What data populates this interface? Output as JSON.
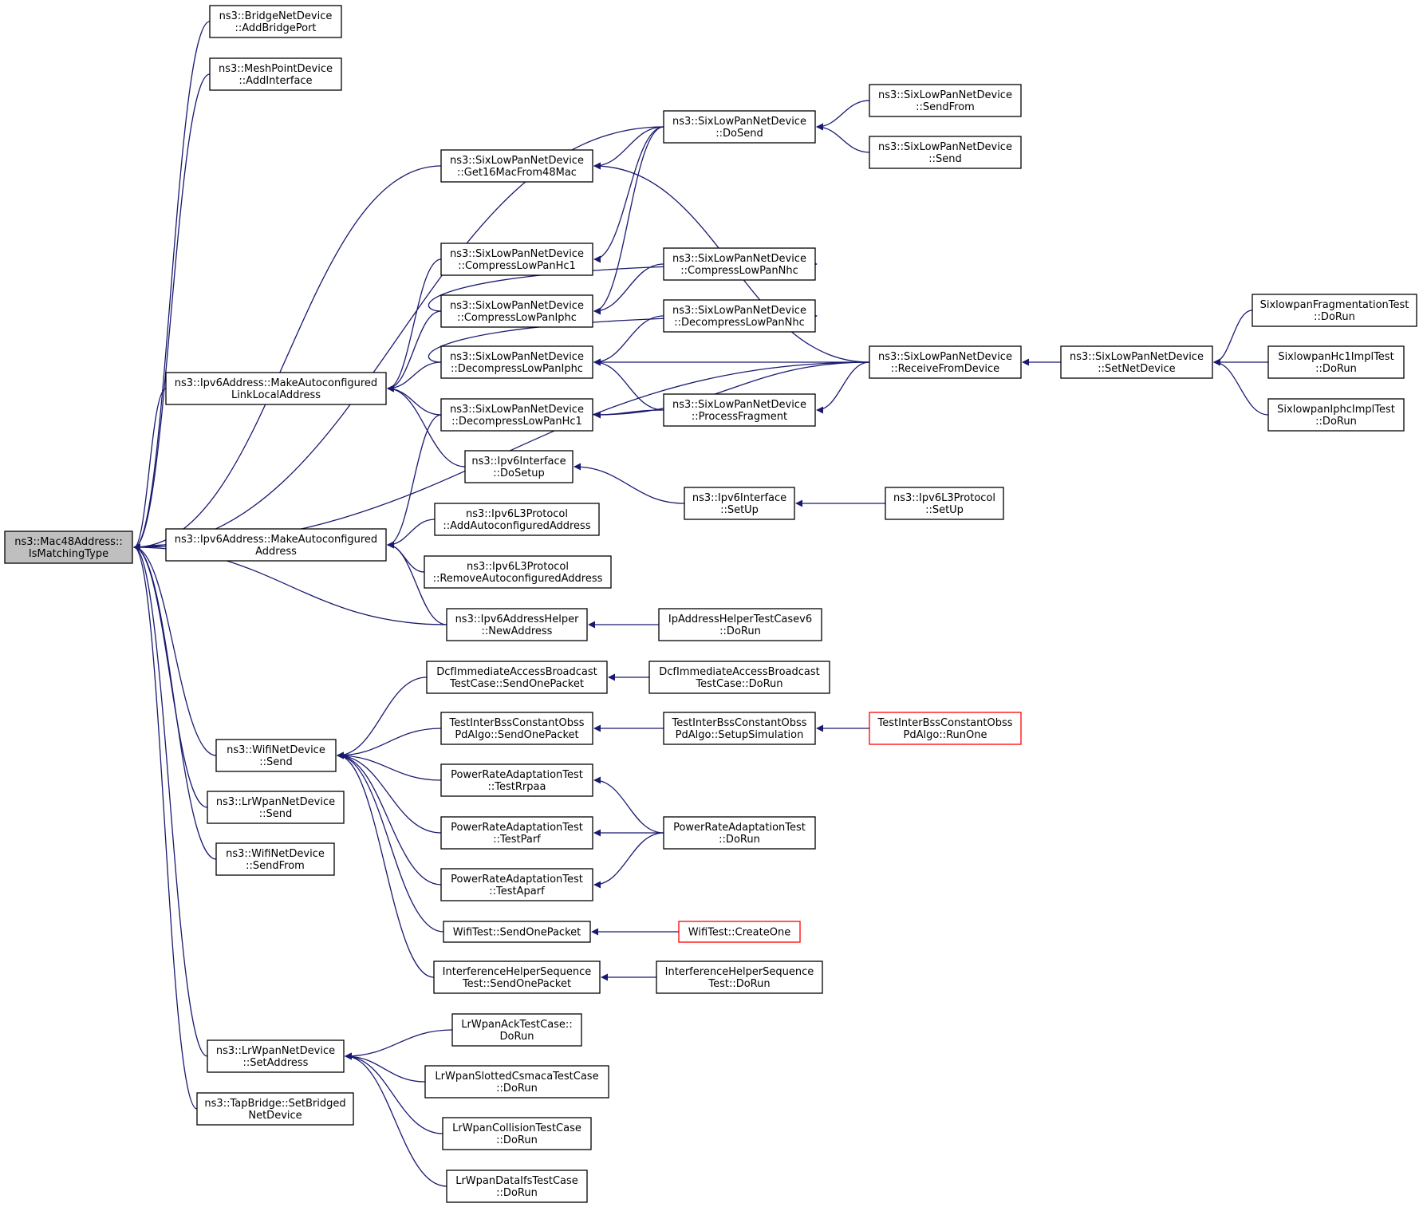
{
  "nodes": [
    {
      "id": "n0",
      "line1": "ns3::Mac48Address::",
      "line2": "IsMatchingType"
    },
    {
      "id": "n1",
      "line1": "ns3::BridgeNetDevice",
      "line2": "::AddBridgePort"
    },
    {
      "id": "n2",
      "line1": "ns3::MeshPointDevice",
      "line2": "::AddInterface"
    },
    {
      "id": "n3",
      "line1": "ns3::SixLowPanNetDevice",
      "line2": "::DoSend"
    },
    {
      "id": "n4",
      "line1": "ns3::SixLowPanNetDevice",
      "line2": "::Get16MacFrom48Mac"
    },
    {
      "id": "n5",
      "line1": "ns3::SixLowPanNetDevice",
      "line2": "::ReceiveFromDevice"
    },
    {
      "id": "n6",
      "line1": "ns3::Ipv6Address::MakeAutoconfigured",
      "line2": "LinkLocalAddress"
    },
    {
      "id": "n7",
      "line1": "ns3::Ipv6Address::MakeAutoconfigured",
      "line2": "Address"
    },
    {
      "id": "n8",
      "line1": "ns3::Ipv6AddressHelper",
      "line2": "::NewAddress"
    },
    {
      "id": "n9",
      "line1": "ns3::WifiNetDevice",
      "line2": "::Send"
    },
    {
      "id": "n10",
      "line1": "ns3::LrWpanNetDevice",
      "line2": "::Send"
    },
    {
      "id": "n11",
      "line1": "ns3::WifiNetDevice",
      "line2": "::SendFrom"
    },
    {
      "id": "n12",
      "line1": "ns3::LrWpanNetDevice",
      "line2": "::SetAddress"
    },
    {
      "id": "n13",
      "line1": "ns3::TapBridge::SetBridged",
      "line2": "NetDevice"
    },
    {
      "id": "n14",
      "line1": "ns3::SixLowPanNetDevice",
      "line2": "::SendFrom"
    },
    {
      "id": "n15",
      "line1": "ns3::SixLowPanNetDevice",
      "line2": "::Send"
    },
    {
      "id": "n16",
      "line1": "ns3::SixLowPanNetDevice",
      "line2": "::CompressLowPanHc1"
    },
    {
      "id": "n17",
      "line1": "ns3::SixLowPanNetDevice",
      "line2": "::CompressLowPanIphc"
    },
    {
      "id": "n18",
      "line1": "ns3::SixLowPanNetDevice",
      "line2": "::CompressLowPanNhc"
    },
    {
      "id": "n19",
      "line1": "ns3::SixLowPanNetDevice",
      "line2": "::DecompressLowPanIphc"
    },
    {
      "id": "n20",
      "line1": "ns3::SixLowPanNetDevice",
      "line2": "::DecompressLowPanNhc"
    },
    {
      "id": "n21",
      "line1": "ns3::SixLowPanNetDevice",
      "line2": "::DecompressLowPanHc1"
    },
    {
      "id": "n22",
      "line1": "ns3::SixLowPanNetDevice",
      "line2": "::ProcessFragment"
    },
    {
      "id": "n23",
      "line1": "ns3::SixLowPanNetDevice",
      "line2": "::SetNetDevice"
    },
    {
      "id": "n24",
      "line1": "SixlowpanFragmentationTest",
      "line2": "::DoRun"
    },
    {
      "id": "n25",
      "line1": "SixlowpanHc1ImplTest",
      "line2": "::DoRun"
    },
    {
      "id": "n26",
      "line1": "SixlowpanIphcImplTest",
      "line2": "::DoRun"
    },
    {
      "id": "n27",
      "line1": "ns3::Ipv6Interface",
      "line2": "::DoSetup"
    },
    {
      "id": "n28",
      "line1": "ns3::Ipv6Interface",
      "line2": "::SetUp"
    },
    {
      "id": "n29",
      "line1": "ns3::Ipv6L3Protocol",
      "line2": "::SetUp"
    },
    {
      "id": "n30",
      "line1": "ns3::Ipv6L3Protocol",
      "line2": "::AddAutoconfiguredAddress"
    },
    {
      "id": "n31",
      "line1": "ns3::Ipv6L3Protocol",
      "line2": "::RemoveAutoconfiguredAddress"
    },
    {
      "id": "n32",
      "line1": "IpAddressHelperTestCasev6",
      "line2": "::DoRun"
    },
    {
      "id": "n33",
      "line1": "DcfImmediateAccessBroadcast",
      "line2": "TestCase::SendOnePacket"
    },
    {
      "id": "n34",
      "line1": "DcfImmediateAccessBroadcast",
      "line2": "TestCase::DoRun"
    },
    {
      "id": "n35",
      "line1": "TestInterBssConstantObss",
      "line2": "PdAlgo::SendOnePacket"
    },
    {
      "id": "n36",
      "line1": "TestInterBssConstantObss",
      "line2": "PdAlgo::SetupSimulation"
    },
    {
      "id": "n37",
      "line1": "TestInterBssConstantObss",
      "line2": "PdAlgo::RunOne"
    },
    {
      "id": "n38",
      "line1": "PowerRateAdaptationTest",
      "line2": "::TestRrpaa"
    },
    {
      "id": "n39",
      "line1": "PowerRateAdaptationTest",
      "line2": "::TestParf"
    },
    {
      "id": "n40",
      "line1": "PowerRateAdaptationTest",
      "line2": "::TestAparf"
    },
    {
      "id": "n41",
      "line1": "PowerRateAdaptationTest",
      "line2": "::DoRun"
    },
    {
      "id": "n42",
      "line1": "WifiTest::SendOnePacket",
      "line2": ""
    },
    {
      "id": "n43",
      "line1": "WifiTest::CreateOne",
      "line2": ""
    },
    {
      "id": "n44",
      "line1": "InterferenceHelperSequence",
      "line2": "Test::SendOnePacket"
    },
    {
      "id": "n45",
      "line1": "InterferenceHelperSequence",
      "line2": "Test::DoRun"
    },
    {
      "id": "n46",
      "line1": "LrWpanAckTestCase::",
      "line2": "DoRun"
    },
    {
      "id": "n47",
      "line1": "LrWpanSlottedCsmacaTestCase",
      "line2": "::DoRun"
    },
    {
      "id": "n48",
      "line1": "LrWpanCollisionTestCase",
      "line2": "::DoRun"
    },
    {
      "id": "n49",
      "line1": "LrWpanDataIfsTestCase",
      "line2": "::DoRun"
    }
  ],
  "edges": [
    [
      "n1",
      "n0"
    ],
    [
      "n2",
      "n0"
    ],
    [
      "n3",
      "n0"
    ],
    [
      "n4",
      "n0"
    ],
    [
      "n5",
      "n0"
    ],
    [
      "n6",
      "n0"
    ],
    [
      "n7",
      "n0"
    ],
    [
      "n8",
      "n0"
    ],
    [
      "n9",
      "n0"
    ],
    [
      "n10",
      "n0"
    ],
    [
      "n11",
      "n0"
    ],
    [
      "n12",
      "n0"
    ],
    [
      "n13",
      "n0"
    ],
    [
      "n14",
      "n3"
    ],
    [
      "n15",
      "n3"
    ],
    [
      "n3",
      "n4"
    ],
    [
      "n5",
      "n4"
    ],
    [
      "n23",
      "n5"
    ],
    [
      "n24",
      "n23"
    ],
    [
      "n25",
      "n23"
    ],
    [
      "n26",
      "n23"
    ],
    [
      "n16",
      "n6"
    ],
    [
      "n17",
      "n6"
    ],
    [
      "n19",
      "n6"
    ],
    [
      "n21",
      "n6"
    ],
    [
      "n27",
      "n6"
    ],
    [
      "n3",
      "n16"
    ],
    [
      "n3",
      "n17"
    ],
    [
      "n18",
      "n17"
    ],
    [
      "n17",
      "n18"
    ],
    [
      "n20",
      "n19"
    ],
    [
      "n5",
      "n19"
    ],
    [
      "n22",
      "n19"
    ],
    [
      "n19",
      "n20"
    ],
    [
      "n22",
      "n21"
    ],
    [
      "n5",
      "n21"
    ],
    [
      "n5",
      "n22"
    ],
    [
      "n28",
      "n27"
    ],
    [
      "n29",
      "n28"
    ],
    [
      "n21",
      "n7"
    ],
    [
      "n30",
      "n7"
    ],
    [
      "n31",
      "n7"
    ],
    [
      "n8",
      "n7"
    ],
    [
      "n32",
      "n8"
    ],
    [
      "n33",
      "n9"
    ],
    [
      "n35",
      "n9"
    ],
    [
      "n38",
      "n9"
    ],
    [
      "n39",
      "n9"
    ],
    [
      "n40",
      "n9"
    ],
    [
      "n42",
      "n9"
    ],
    [
      "n44",
      "n9"
    ],
    [
      "n34",
      "n33"
    ],
    [
      "n36",
      "n35"
    ],
    [
      "n37",
      "n36"
    ],
    [
      "n41",
      "n38"
    ],
    [
      "n41",
      "n39"
    ],
    [
      "n41",
      "n40"
    ],
    [
      "n43",
      "n42"
    ],
    [
      "n45",
      "n44"
    ],
    [
      "n46",
      "n12"
    ],
    [
      "n47",
      "n12"
    ],
    [
      "n48",
      "n12"
    ],
    [
      "n49",
      "n12"
    ]
  ],
  "colors": {
    "edge": "#191970",
    "root_fill": "#bfbfbf",
    "truncated_border": "#ff0000",
    "node_border": "#000000"
  }
}
